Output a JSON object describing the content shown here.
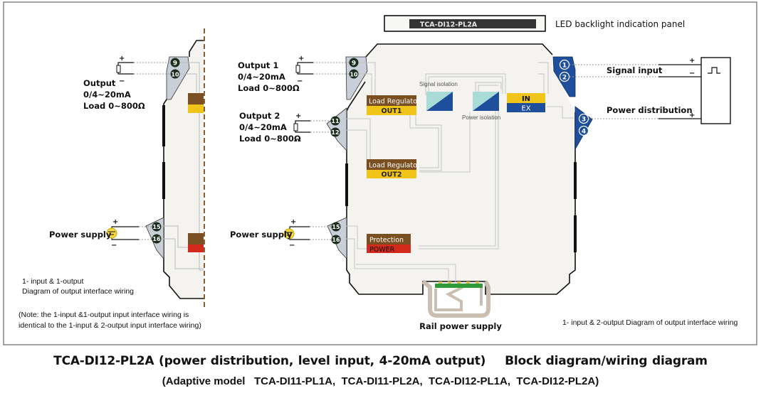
{
  "led_panel": {
    "model_label": "TCA-DI12-PL2A",
    "description": "LED backlight indication panel"
  },
  "left_module": {
    "output": {
      "title": "Output",
      "range": "0/4~20mA",
      "load": "Load 0~800Ω",
      "plus": "+",
      "minus": "−",
      "terminals": [
        "9",
        "10"
      ]
    },
    "power_supply": {
      "label": "Power supply",
      "plus": "+",
      "minus": "−",
      "terminals": [
        "15",
        "16"
      ]
    },
    "caption_line1": "1- input & 1-output",
    "caption_line2": "Diagram of output interface wiring",
    "note_line1": "(Note: the 1-input &1-output input interface wiring is",
    "note_line2": " identical to the 1-input & 2-output input interface wiring)"
  },
  "right_module": {
    "output1": {
      "title": "Output 1",
      "range": "0/4~20mA",
      "load": "Load 0~800Ω",
      "plus": "+",
      "minus": "−",
      "terminals": [
        "9",
        "10"
      ]
    },
    "output2": {
      "title": "Output 2",
      "range": "0/4~20mA",
      "load": "Load 0~800Ω",
      "plus": "+",
      "minus": "−",
      "terminals": [
        "11",
        "12"
      ]
    },
    "power_supply": {
      "label": "Power supply",
      "plus": "+",
      "minus": "−",
      "terminals": [
        "15",
        "16"
      ]
    },
    "blocks": {
      "load_regulator_1": {
        "top": "Load Regulator",
        "bottom": "OUT1"
      },
      "load_regulator_2": {
        "top": "Load Regulator",
        "bottom": "OUT2"
      },
      "protection": {
        "top": "Protection",
        "bottom": "POWER"
      },
      "input": {
        "top": "IN",
        "bottom": "EX"
      },
      "signal_isolation": "Signal isolation",
      "power_isolation": "Power isolation"
    },
    "input_terminals": [
      "1",
      "2",
      "3",
      "4"
    ],
    "signal_input": {
      "label": "Signal input",
      "plus": "+",
      "minus": "−"
    },
    "power_distribution": {
      "label": "Power distribution",
      "plus": "+"
    },
    "rail_power_supply": "Rail power supply",
    "caption": "1- input & 2-output Diagram of output interface wiring"
  },
  "colors": {
    "brown": "#7a4f22",
    "yellow": "#f0c419",
    "red": "#d42a1e",
    "blue": "#1f4f9c",
    "isolation_light": "#a9dcd6",
    "terminal_gray": "#c9cfd9",
    "terminal_dark": "#1a2e1e",
    "module_fill": "#f5f4f1",
    "wire_gray": "#bdbdbd",
    "rail": "#cbbfb2",
    "pcb_green": "#2e9a3a"
  },
  "caption": {
    "title": "TCA-DI12-PL2A (power distribution, level input, 4-20mA output)    Block diagram/wiring diagram",
    "subtitle": "(Adaptive model   TCA-DI11-PL1A,  TCA-DI11-PL2A,  TCA-DI12-PL1A,  TCA-DI12-PL2A)"
  }
}
